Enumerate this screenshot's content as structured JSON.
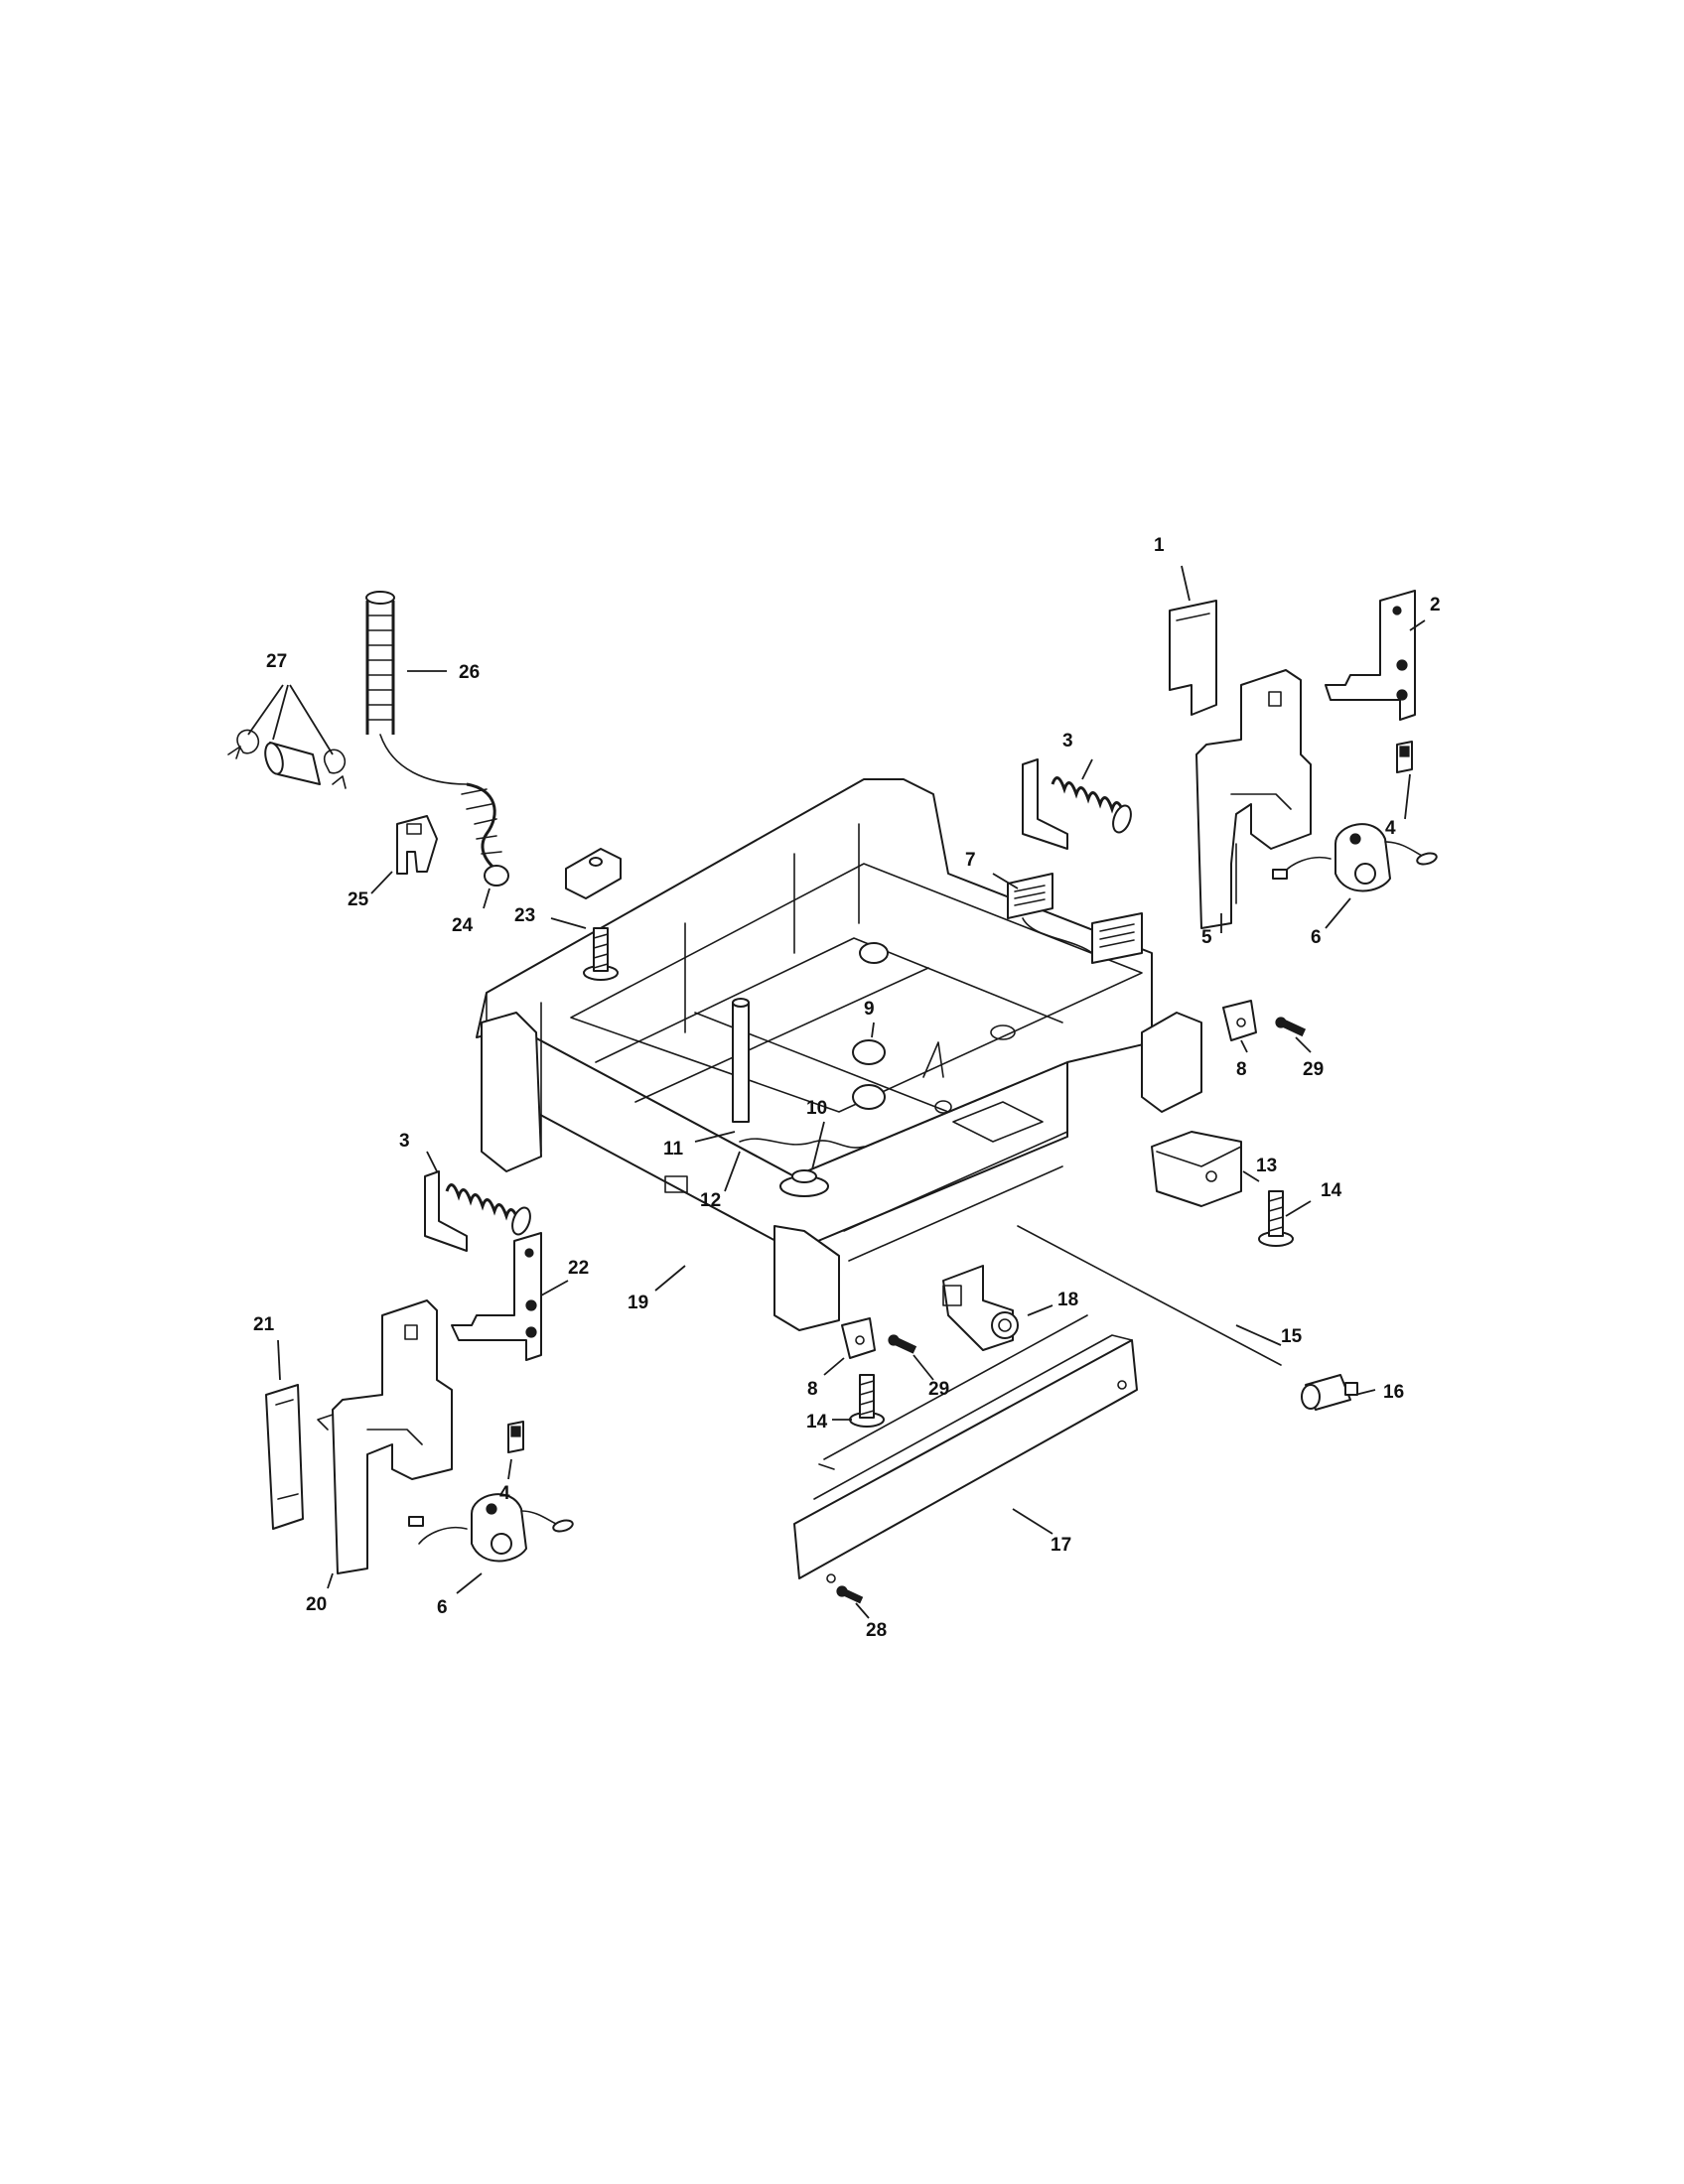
{
  "callouts": [
    {
      "id": "c1",
      "text": "1"
    },
    {
      "id": "c2",
      "text": "2"
    },
    {
      "id": "c3a",
      "text": "3"
    },
    {
      "id": "c4a",
      "text": "4"
    },
    {
      "id": "c5",
      "text": "5"
    },
    {
      "id": "c6a",
      "text": "6"
    },
    {
      "id": "c7",
      "text": "7"
    },
    {
      "id": "c8a",
      "text": "8"
    },
    {
      "id": "c29a",
      "text": "29"
    },
    {
      "id": "c13",
      "text": "13"
    },
    {
      "id": "c14a",
      "text": "14"
    },
    {
      "id": "c9",
      "text": "9"
    },
    {
      "id": "c10",
      "text": "10"
    },
    {
      "id": "c11",
      "text": "11"
    },
    {
      "id": "c12",
      "text": "12"
    },
    {
      "id": "c3b",
      "text": "3"
    },
    {
      "id": "c22",
      "text": "22"
    },
    {
      "id": "c19",
      "text": "19"
    },
    {
      "id": "c21",
      "text": "21"
    },
    {
      "id": "c20",
      "text": "20"
    },
    {
      "id": "c4b",
      "text": "4"
    },
    {
      "id": "c6b",
      "text": "6"
    },
    {
      "id": "c18",
      "text": "18"
    },
    {
      "id": "c15",
      "text": "15"
    },
    {
      "id": "c16",
      "text": "16"
    },
    {
      "id": "c8b",
      "text": "8"
    },
    {
      "id": "c29b",
      "text": "29"
    },
    {
      "id": "c14b",
      "text": "14"
    },
    {
      "id": "c17",
      "text": "17"
    },
    {
      "id": "c28",
      "text": "28"
    },
    {
      "id": "c23",
      "text": "23"
    },
    {
      "id": "c24",
      "text": "24"
    },
    {
      "id": "c25",
      "text": "25"
    },
    {
      "id": "c26",
      "text": "26"
    },
    {
      "id": "c27",
      "text": "27"
    }
  ]
}
